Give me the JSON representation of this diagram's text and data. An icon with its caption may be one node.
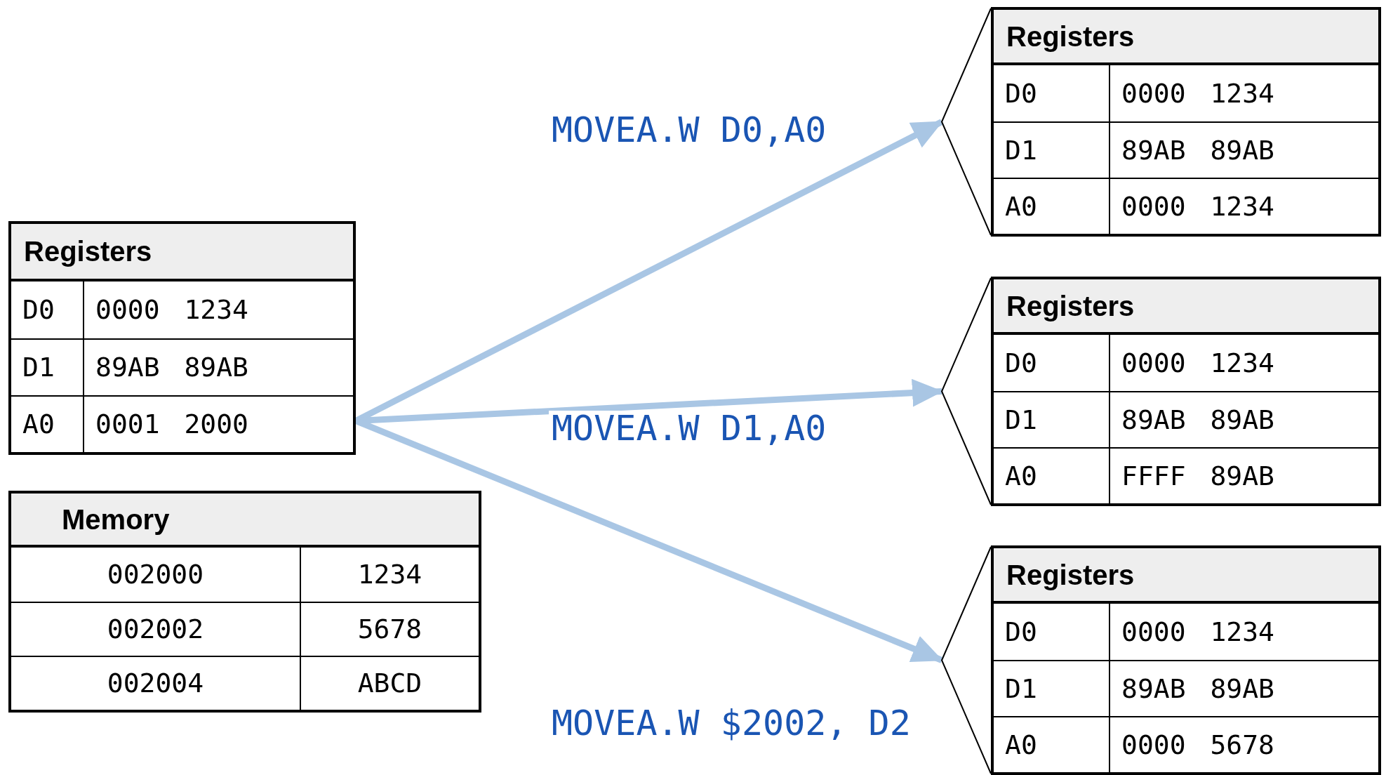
{
  "diagram": {
    "nodes": [
      {
        "text": [
          "Registers",
          "D0",
          "0000 1234",
          "D1",
          "89AB 89AB",
          "A0",
          "0001 2000"
        ]
      },
      {
        "text": [
          "Memory",
          "002000",
          "1234",
          "002002",
          "5678",
          "002004",
          "ABCD"
        ]
      },
      {
        "text": [
          "Registers",
          "D0",
          "0000 1234",
          "D1",
          "89AB 89AB",
          "A0",
          "0000 1234"
        ]
      },
      {
        "text": [
          "Registers",
          "D0",
          "0000 1234",
          "D1",
          "89AB 89AB",
          "A0",
          "FFFF 89AB"
        ]
      },
      {
        "text": [
          "Registers",
          "D0",
          "0000 1234",
          "D1",
          "89AB 89AB",
          "A0",
          "0000 5678"
        ]
      }
    ],
    "edges": [
      {
        "from": 0,
        "to": 2,
        "arrow": "to",
        "label": "MOVEA.W D0,A0"
      },
      {
        "from": 0,
        "to": 3,
        "arrow": "to",
        "label": "MOVEA.W D1,A0"
      },
      {
        "from": 0,
        "to": 4,
        "arrow": "to",
        "label": "MOVEA.W $2002, D2"
      }
    ]
  }
}
